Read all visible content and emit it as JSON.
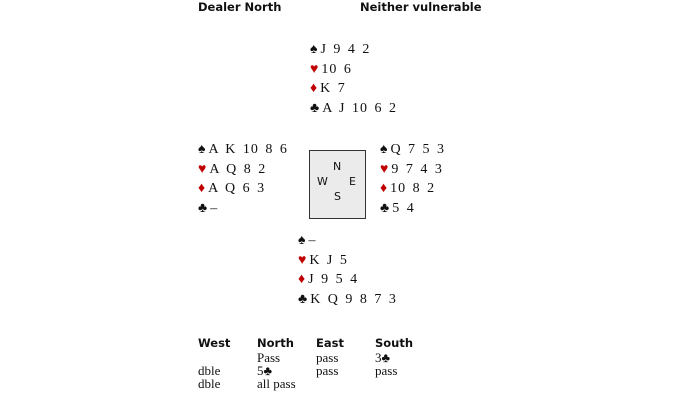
{
  "header": {
    "dealer": "Dealer North",
    "vulnerability": "Neither vulnerable"
  },
  "suits": {
    "spade": "♠",
    "heart": "♥",
    "diamond": "♦",
    "club": "♣"
  },
  "colors": {
    "red_suit": "#c00000",
    "black": "#111111",
    "compass_bg": "#ebebeb"
  },
  "hands": {
    "north": {
      "spades": "J 9 4 2",
      "hearts": "10 6",
      "diamonds": "K 7",
      "clubs": "A J 10 6 2"
    },
    "west": {
      "spades": "A K 10 8 6",
      "hearts": "A Q 8 2",
      "diamonds": "A Q 6 3",
      "clubs": "–"
    },
    "east": {
      "spades": "Q 7 5 3",
      "hearts": "9 7 4 3",
      "diamonds": "10 8 2",
      "clubs": "5 4"
    },
    "south": {
      "spades": "–",
      "hearts": "K J 5",
      "diamonds": "J 9 5 4",
      "clubs": "K Q 9 8 7 3"
    }
  },
  "compass": {
    "n": "N",
    "s": "S",
    "e": "E",
    "w": "W"
  },
  "auction": {
    "headers": [
      "West",
      "North",
      "East",
      "South"
    ],
    "rows": [
      [
        "",
        "Pass",
        "pass",
        "3♣"
      ],
      [
        "dble",
        "5♣",
        "pass",
        "pass"
      ],
      [
        "dble",
        "all pass",
        "",
        ""
      ]
    ]
  }
}
